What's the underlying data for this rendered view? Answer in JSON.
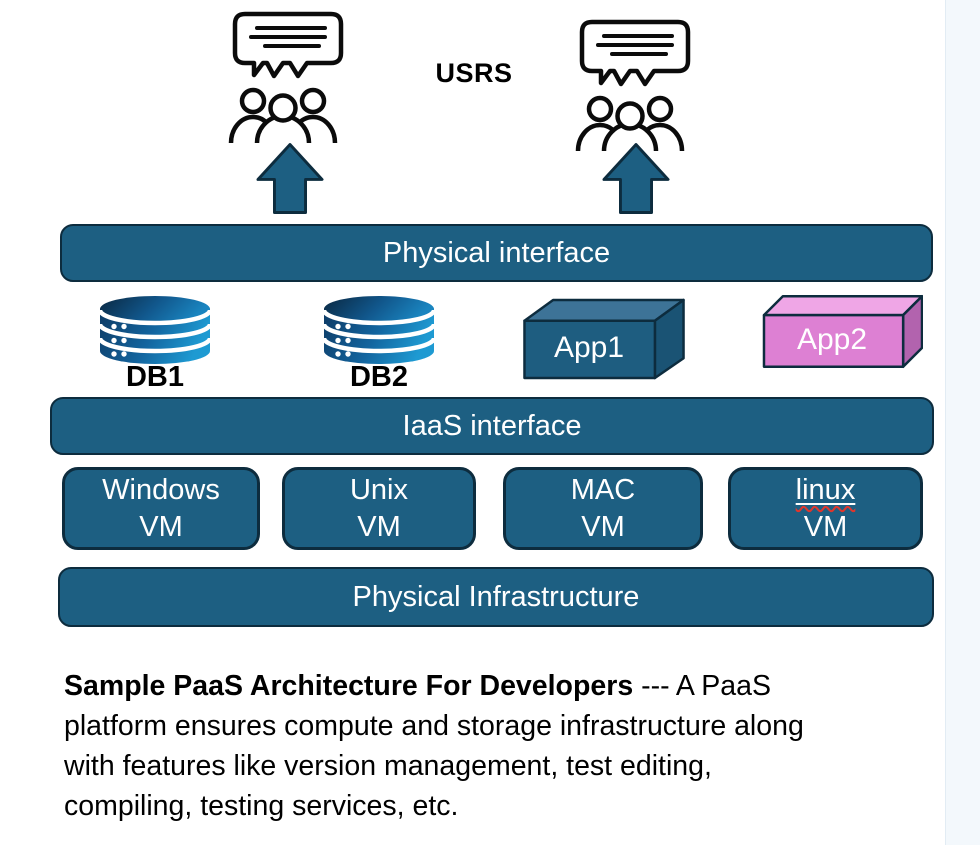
{
  "users": {
    "label": "USRS"
  },
  "bars": {
    "physical_interface": "Physical interface",
    "iaas_interface": "IaaS interface",
    "physical_infrastructure": "Physical Infrastructure"
  },
  "resources": {
    "db1": "DB1",
    "db2": "DB2",
    "app1": "App1",
    "app2": "App2"
  },
  "vms": [
    {
      "os": "Windows",
      "type": "VM"
    },
    {
      "os": "Unix",
      "type": "VM"
    },
    {
      "os": "MAC",
      "type": "VM"
    },
    {
      "os": "linux",
      "type": "VM"
    }
  ],
  "caption": {
    "bold": "Sample PaaS Architecture For Developers",
    "line1_rest": " --- A PaaS",
    "line2": "platform ensures compute and storage infrastructure along",
    "line3": "with features like version management, test editing,",
    "line4": "compiling, testing services, etc."
  },
  "colors": {
    "page_bg": "#ffffff",
    "edge_strip": "#f3f8fc",
    "edge_line": "#e2ecf4",
    "node_fill": "#1d5f82",
    "node_border": "#0d2c3e",
    "icon_stroke": "#0b0b0b",
    "app1_front": "#1e5d80",
    "app1_top": "#3d7397",
    "app1_side": "#1a5374",
    "app2_front": "#dd80d3",
    "app2_top": "#efa6e6",
    "app2_side": "#b263ae",
    "db_top_dark": "#0a2740",
    "db_top_mid": "#11578c",
    "db_top_light": "#1a85c0",
    "db_body_dark": "#0e3a64",
    "db_body_mid": "#13659f",
    "db_body_light": "#1e9ad2",
    "squiggle": "#e0362c",
    "text_white": "#ffffff",
    "text_black": "#000000"
  }
}
